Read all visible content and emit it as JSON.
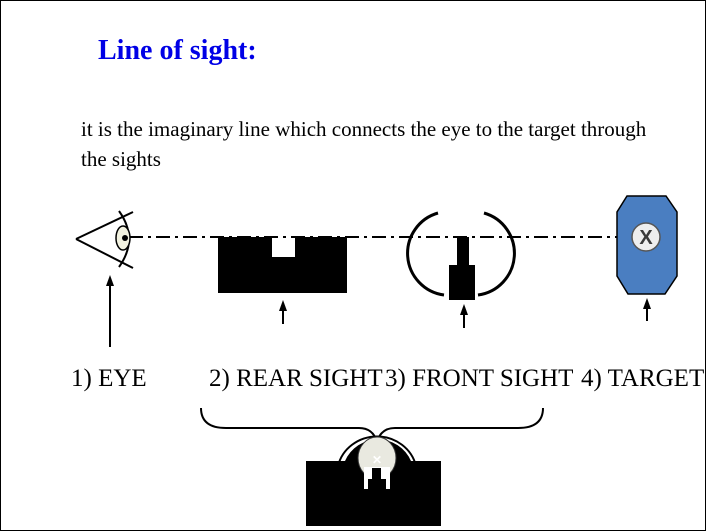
{
  "title": "Line of sight:",
  "description": "it is the imaginary line which connects the eye to the target through the sights",
  "labels": {
    "eye": "1) EYE",
    "rear_sight": "2) REAR SIGHT",
    "front_sight": "3) FRONT SIGHT",
    "target": "4) TARGET"
  },
  "target_mark": "X",
  "colors": {
    "title": "#0000e6",
    "target_fill": "#4a7ec1",
    "sight_fill": "#000000"
  }
}
